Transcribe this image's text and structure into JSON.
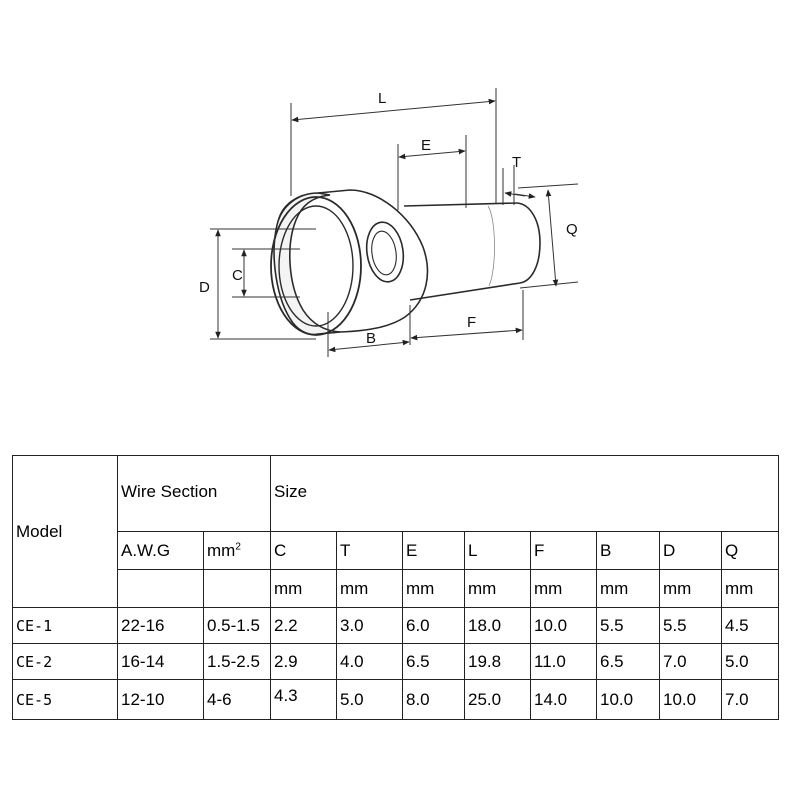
{
  "diagram": {
    "labels": {
      "L": "L",
      "E": "E",
      "T": "T",
      "Q": "Q",
      "D": "D",
      "C": "C",
      "B": "B",
      "F": "F"
    }
  },
  "table": {
    "header": {
      "model": "Model",
      "wire_section": "Wire Section",
      "size": "Size",
      "awg": "A.W.G",
      "mm2_base": "mm",
      "mm2_sup": "2",
      "size_cols": [
        "C",
        "T",
        "E",
        "L",
        "F",
        "B",
        "D",
        "Q"
      ],
      "units": [
        "mm",
        "mm",
        "mm",
        "mm",
        "mm",
        "mm",
        "mm",
        "mm"
      ]
    },
    "rows": [
      {
        "model": "CE-1",
        "awg": "22-16",
        "mm2": "0.5-1.5",
        "sizes": [
          "2.2",
          "3.0",
          "6.0",
          "18.0",
          "10.0",
          "5.5",
          "5.5",
          "4.5"
        ]
      },
      {
        "model": "CE-2",
        "awg": "16-14",
        "mm2": "1.5-2.5",
        "sizes": [
          "2.9",
          "4.0",
          "6.5",
          "19.8",
          "11.0",
          "6.5",
          "7.0",
          "5.0"
        ]
      },
      {
        "model": "CE-5",
        "awg": "12-10",
        "mm2": "4-6",
        "sizes": [
          "4.3",
          "5.0",
          "8.0",
          "25.0",
          "14.0",
          "10.0",
          "10.0",
          "7.0"
        ]
      }
    ]
  }
}
